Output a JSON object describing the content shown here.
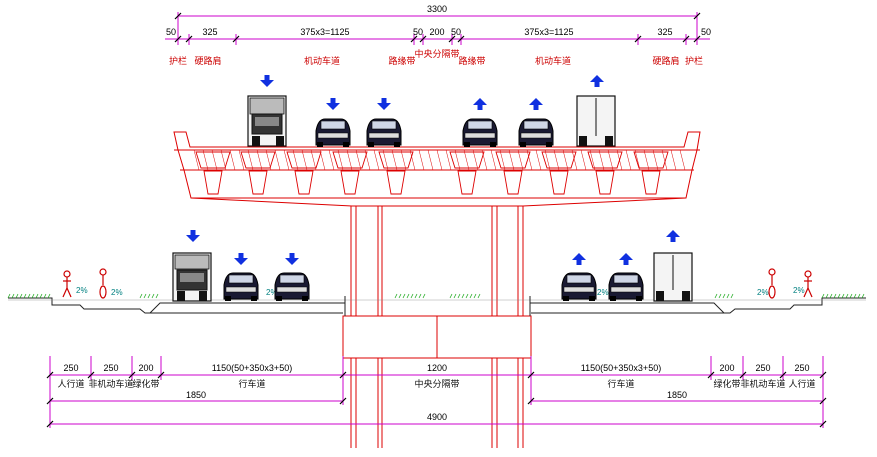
{
  "top_dims": {
    "total": "3300",
    "segments": [
      "50",
      "325",
      "375x3=1125",
      "50",
      "200",
      "50",
      "375x3=1125",
      "325",
      "50"
    ]
  },
  "top_labels": {
    "guardrail_left": "护栏",
    "hard_shoulder_left": "硬路肩",
    "motorway_left": "机动车道",
    "marginal_strip_left": "路缘带",
    "central_median": "中央分隔带",
    "marginal_strip_right": "路缘带",
    "motorway_right": "机动车道",
    "hard_shoulder_right": "硬路肩",
    "guardrail_right": "护栏"
  },
  "slopes": {
    "left_1": "2%",
    "left_2": "2%",
    "left_3": "2%",
    "right_1": "2%",
    "right_2": "2%",
    "right_3": "2%"
  },
  "bottom_dims": {
    "row1": [
      "250",
      "250",
      "200",
      "1150(50+350x3+50)",
      "1200",
      "1150(50+350x3+50)",
      "200",
      "250",
      "250"
    ],
    "row1_labels": [
      "人行道",
      "非机动车道",
      "绿化带",
      "行车道",
      "中央分隔带",
      "行车道",
      "绿化带",
      "非机动车道",
      "人行道"
    ],
    "left_sub": "1850",
    "right_sub": "1850",
    "total": "4900"
  },
  "colors": {
    "structure": "#dd0000",
    "dimension": "#cc00cc",
    "arrow": "#1030e0",
    "ground": "#22aa22"
  }
}
